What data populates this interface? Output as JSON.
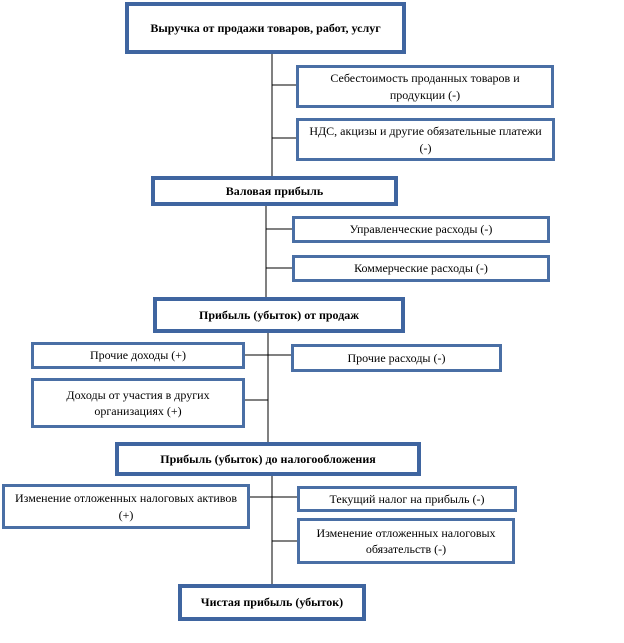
{
  "diagram": {
    "line_color": "#000000",
    "box_border_color": "#4a6fa5",
    "nodes": {
      "revenue": "Выручка от продажи товаров, работ, услуг",
      "cost_of_sales": "Себестоимость проданных товаров и продукции (-)",
      "vat_excise": "НДС, акцизы и другие обязательные платежи (-)",
      "gross_profit": "Валовая прибыль",
      "admin_expenses": "Управленческие расходы (-)",
      "selling_expenses": "Коммерческие расходы (-)",
      "profit_from_sales": "Прибыль (убыток) от продаж",
      "other_income": "Прочие доходы (+)",
      "other_expenses": "Прочие расходы (-)",
      "participation_income": "Доходы от участия в других организациях (+)",
      "profit_before_tax": "Прибыль (убыток) до налогообложения",
      "deferred_tax_assets": "Изменение отложенных налоговых активов (+)",
      "current_tax": "Текущий налог на прибыль (-)",
      "deferred_tax_liabilities": "Изменение отложенных налоговых обязательств (-)",
      "net_profit": "Чистая прибыль (убыток)"
    }
  }
}
